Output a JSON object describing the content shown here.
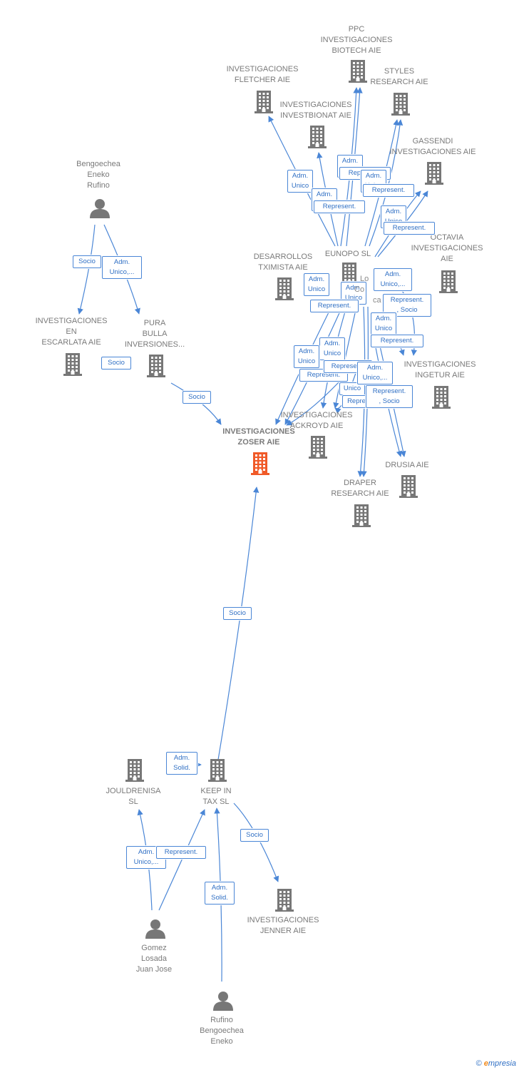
{
  "colors": {
    "edge": "#4a86d6",
    "node_gray": "#777777",
    "node_focus": "#f05a28",
    "label_text": "#2f6fc4"
  },
  "nodes": [
    {
      "id": "ppc",
      "label": "PPC\nINVESTIGACIONES\nBIOTECH  AIE",
      "type": "company",
      "icon": "building-icon"
    },
    {
      "id": "fletcher",
      "label": "INVESTIGACIONES\nFLETCHER AIE",
      "type": "company",
      "icon": "building-icon"
    },
    {
      "id": "styles",
      "label": "STYLES\nRESEARCH AIE",
      "type": "company",
      "icon": "building-icon"
    },
    {
      "id": "investbionat",
      "label": "INVESTIGACIONES\nINVESTBIONAT AIE",
      "type": "company",
      "icon": "building-icon"
    },
    {
      "id": "gassendi",
      "label": "GASSENDI\nINVESTIGACIONES AIE",
      "type": "company",
      "icon": "building-icon"
    },
    {
      "id": "octavia",
      "label": "OCTAVIA\nINVESTIGACIONES\nAIE",
      "type": "company",
      "icon": "building-icon"
    },
    {
      "id": "desarrollos",
      "label": "DESARROLLOS\nTXIMISTA AIE",
      "type": "company",
      "icon": "building-icon"
    },
    {
      "id": "eunopo",
      "label": "EUNOPO  SL",
      "type": "company",
      "icon": "building-icon"
    },
    {
      "id": "bengoechea1",
      "label": "Bengoechea\nEneko\nRufino",
      "type": "person",
      "icon": "person-icon"
    },
    {
      "id": "escarlata",
      "label": "INVESTIGACIONES\nEN\nESCARLATA AIE",
      "type": "company",
      "icon": "building-icon"
    },
    {
      "id": "pura",
      "label": "PURA\nBULLA\nINVERSIONES...",
      "type": "company",
      "icon": "building-icon"
    },
    {
      "id": "ingetur",
      "label": "INVESTIGACIONES\nINGETUR AIE",
      "type": "company",
      "icon": "building-icon"
    },
    {
      "id": "zoser",
      "label": "INVESTIGACIONES\nZOSER AIE",
      "type": "focus",
      "icon": "building-icon"
    },
    {
      "id": "ackroyd",
      "label": "INVESTIGACIONES\nACKROYD AIE",
      "type": "company",
      "icon": "building-icon"
    },
    {
      "id": "drusia",
      "label": "DRUSIA  AIE",
      "type": "company",
      "icon": "building-icon"
    },
    {
      "id": "draper",
      "label": "DRAPER\nRESEARCH AIE",
      "type": "company",
      "icon": "building-icon"
    },
    {
      "id": "jouldrenisa",
      "label": "JOULDRENISA\nSL",
      "type": "company",
      "icon": "building-icon"
    },
    {
      "id": "keepintax",
      "label": "KEEP IN\nTAX  SL",
      "type": "company",
      "icon": "building-icon"
    },
    {
      "id": "jenner",
      "label": "INVESTIGACIONES\nJENNER AIE",
      "type": "company",
      "icon": "building-icon"
    },
    {
      "id": "gomez",
      "label": "Gomez\nLosada\nJuan Jose",
      "type": "person",
      "icon": "person-icon"
    },
    {
      "id": "rufino2",
      "label": "Rufino\nBengoechea\nEneko",
      "type": "person",
      "icon": "person-icon"
    }
  ],
  "edge_labels": [
    {
      "text": "Adm.\nUnico"
    },
    {
      "text": "Adm.\nUnico"
    },
    {
      "text": "Represent."
    },
    {
      "text": "Adm.\nUnico"
    },
    {
      "text": "Represent."
    },
    {
      "text": "Adm.\nUnico"
    },
    {
      "text": "Represent."
    },
    {
      "text": "Adm.\nUnico"
    },
    {
      "text": "Represent."
    },
    {
      "text": "Adm.\nUnico,..."
    },
    {
      "text": "Adm.\nUnico"
    },
    {
      "text": "Adm.\nUnico"
    },
    {
      "text": "Represent."
    },
    {
      "text": "Represent.\n, Socio"
    },
    {
      "text": "Adm.\nUnico"
    },
    {
      "text": "Represent."
    },
    {
      "text": "Adm.\nUnico"
    },
    {
      "text": "Adm.\nUnico"
    },
    {
      "text": "Represent."
    },
    {
      "text": "Represent."
    },
    {
      "text": "Unico"
    },
    {
      "text": "Adm.\nUnico,..."
    },
    {
      "text": "Repre"
    },
    {
      "text": "Represent.\n, Socio"
    },
    {
      "text": "Socio"
    },
    {
      "text": "Adm.\nUnico,..."
    },
    {
      "text": "Socio"
    },
    {
      "text": "Socio"
    },
    {
      "text": "Socio"
    },
    {
      "text": "Adm.\nSolid."
    },
    {
      "text": "Adm.\nUnico,..."
    },
    {
      "text": "Represent."
    },
    {
      "text": "Socio"
    },
    {
      "text": "Adm.\nSolid."
    }
  ],
  "partial_text": [
    {
      "text": "Lo"
    },
    {
      "text": "Co"
    },
    {
      "text": "ca"
    }
  ],
  "credit": {
    "copyright": "©",
    "brand_e": "e",
    "brand_rest": "mpresia"
  }
}
